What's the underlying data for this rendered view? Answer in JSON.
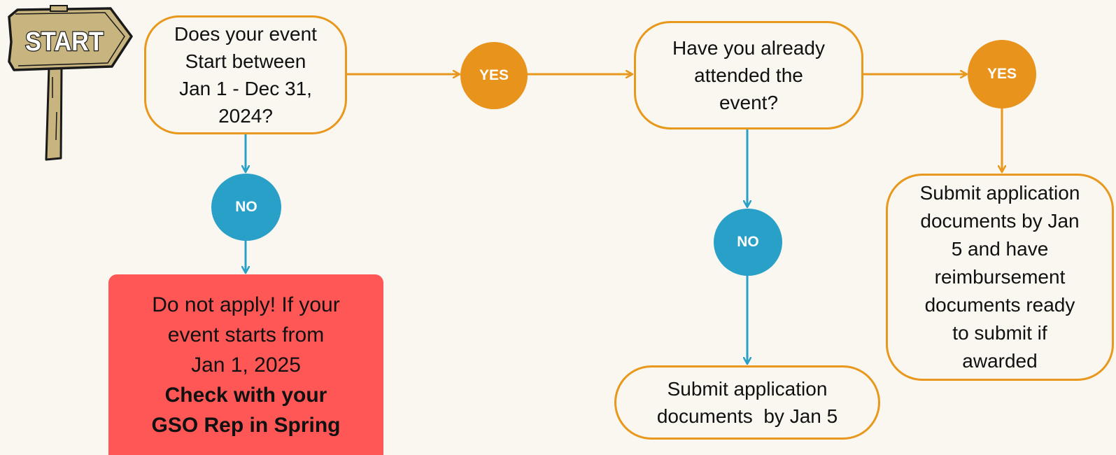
{
  "diagram": {
    "start_sign": {
      "label": "START"
    },
    "q1": {
      "lines": [
        "Does your event",
        "Start between",
        "Jan 1 - Dec 31,",
        "2024?"
      ]
    },
    "q1_yes": {
      "label": "YES"
    },
    "q1_no": {
      "label": "NO"
    },
    "q2": {
      "lines": [
        "Have you already",
        "attended the",
        "event?"
      ]
    },
    "q2_yes": {
      "label": "YES"
    },
    "q2_no": {
      "label": "NO"
    },
    "outcome_do_not_apply": {
      "lines": [
        "Do not apply! If your",
        "event starts from",
        "Jan 1, 2025"
      ],
      "bold_lines": [
        "Check with your",
        "GSO Rep in Spring"
      ]
    },
    "outcome_submit_by_jan5": {
      "lines": [
        "Submit application",
        "documents  by Jan 5"
      ]
    },
    "outcome_submit_with_reimbursement": {
      "lines": [
        "Submit application",
        "documents by Jan",
        "5 and have",
        "reimbursement",
        "documents ready",
        "to submit if",
        "awarded"
      ]
    },
    "colors": {
      "yes_orange": "#e8931b",
      "no_blue": "#29a0c7",
      "stop_red": "#ff5656",
      "box_border": "#e8981d",
      "background": "#f9f7f0"
    }
  }
}
